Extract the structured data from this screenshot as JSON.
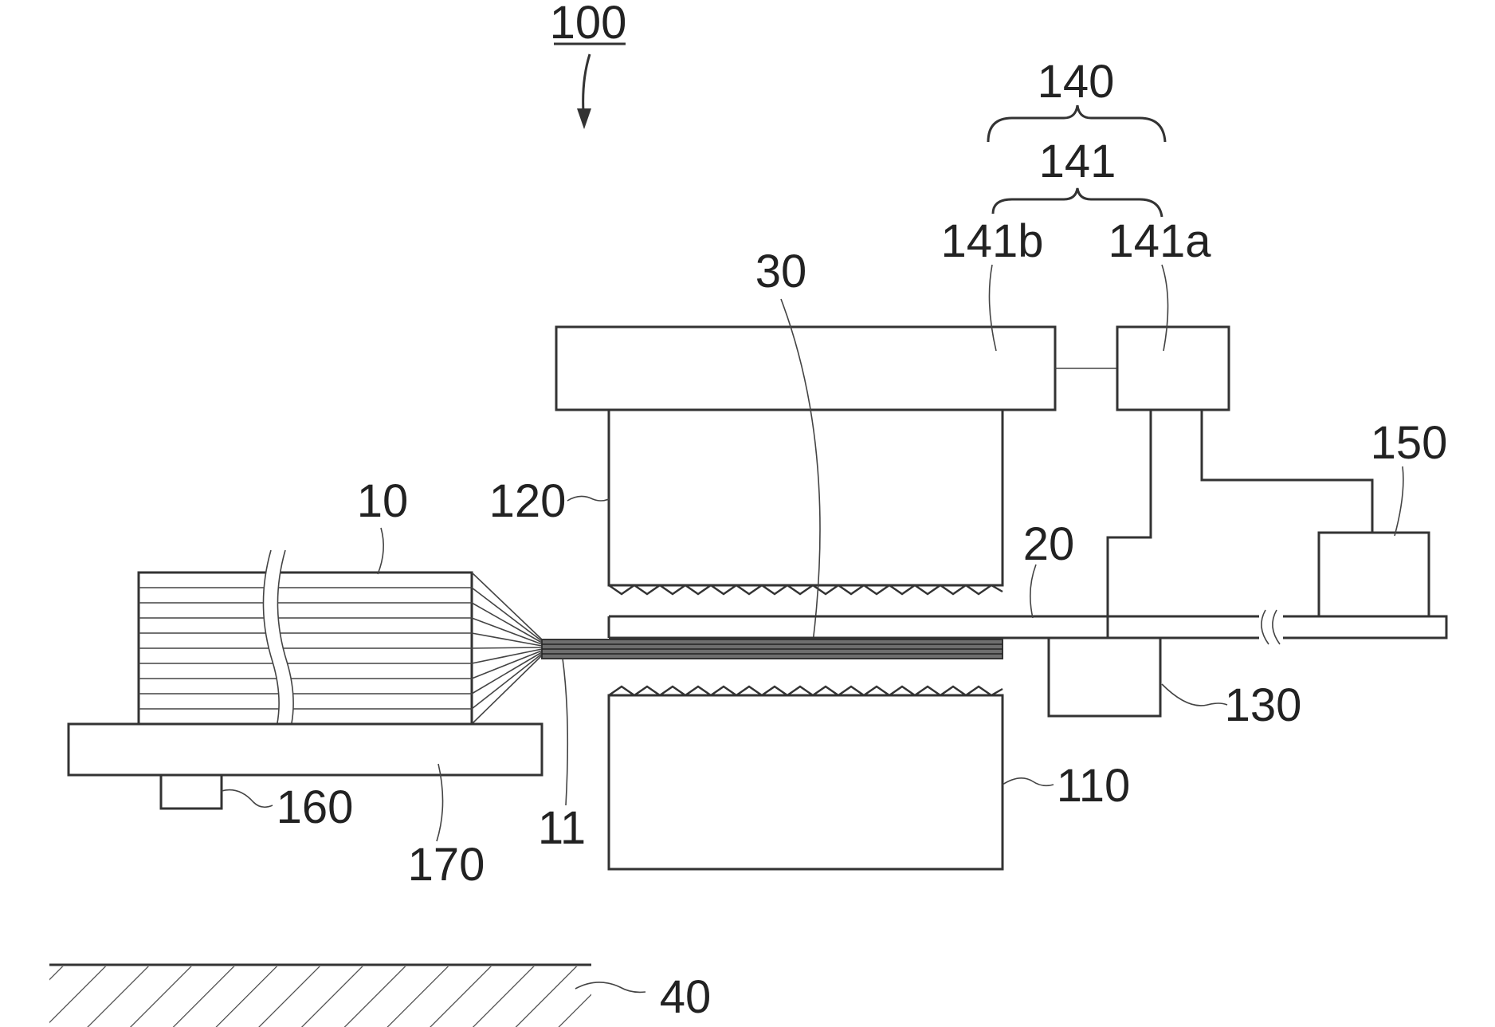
{
  "figure": {
    "labels": {
      "l100": "100",
      "l140": "140",
      "l141": "141",
      "l141b": "141b",
      "l141a": "141a",
      "l30": "30",
      "l150": "150",
      "l120": "120",
      "l10": "10",
      "l20": "20",
      "l130": "130",
      "l160": "160",
      "l110": "110",
      "l11": "11",
      "l170": "170",
      "l40": "40"
    }
  }
}
